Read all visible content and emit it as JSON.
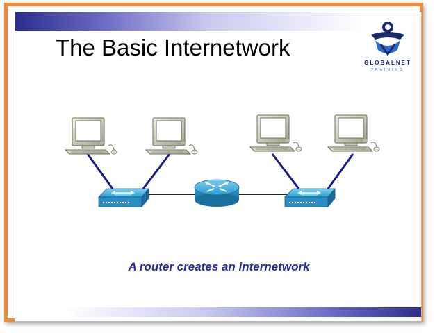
{
  "slide": {
    "title": "The Basic Internetwork",
    "caption": "A router creates an internetwork"
  },
  "logo": {
    "name": "GLOBALNET",
    "tagline": "TRAINING",
    "colors": {
      "primary": "#1b2a6b",
      "accent": "#2d6ad0"
    }
  },
  "diagram": {
    "nodes": [
      {
        "id": "pc1",
        "type": "computer"
      },
      {
        "id": "pc2",
        "type": "computer"
      },
      {
        "id": "pc3",
        "type": "computer"
      },
      {
        "id": "pc4",
        "type": "computer"
      },
      {
        "id": "switch1",
        "type": "switch"
      },
      {
        "id": "router1",
        "type": "router"
      },
      {
        "id": "switch2",
        "type": "switch"
      }
    ],
    "links": [
      {
        "from": "pc1",
        "to": "switch1",
        "style": "blue"
      },
      {
        "from": "pc2",
        "to": "switch1",
        "style": "blue"
      },
      {
        "from": "pc3",
        "to": "switch2",
        "style": "blue"
      },
      {
        "from": "pc4",
        "to": "switch2",
        "style": "blue"
      },
      {
        "from": "switch1",
        "to": "router1",
        "style": "black"
      },
      {
        "from": "router1",
        "to": "switch2",
        "style": "black"
      }
    ]
  },
  "colors": {
    "frame": "#f08b3a",
    "device_blue": "#2a9bd0",
    "link_blue": "#1a1a8a",
    "caption": "#2a2a9c"
  }
}
